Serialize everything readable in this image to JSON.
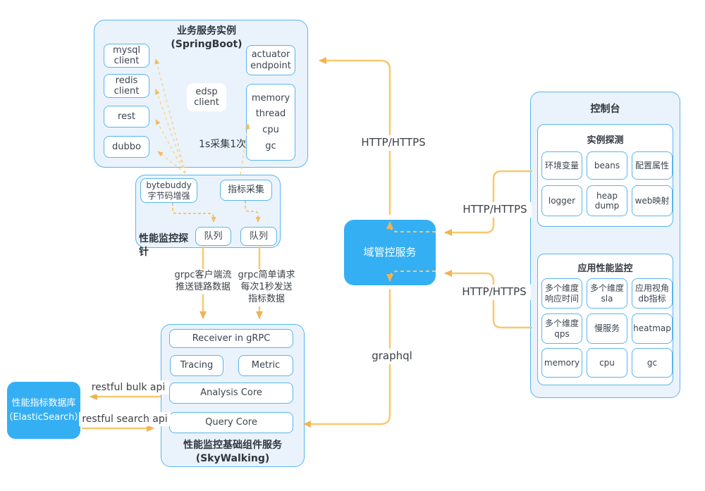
{
  "springboot": {
    "title": "业务服务实例\n(SpringBoot)",
    "clients": [
      "mysql\nclient",
      "redis\nclient",
      "rest",
      "dubbo"
    ],
    "edsp_client": "edsp\nclient",
    "actuator": "actuator\nendpoint",
    "runtime_metrics": [
      "memory",
      "thread",
      "cpu",
      "gc"
    ],
    "sample_note": "1s采集1次"
  },
  "probe": {
    "label": "性能监控探针",
    "bytebuddy": "bytebuddy\n字节码增强",
    "metric_collect": "指标采集",
    "queues": [
      "队列",
      "队列"
    ]
  },
  "skywalking": {
    "receiver": "Receiver in gRPC",
    "tracing": "Tracing",
    "metric": "Metric",
    "analysis": "Analysis Core",
    "query": "Query Core",
    "label": "性能监控基础组件服务\n(SkyWalking)"
  },
  "elasticsearch": {
    "label": "性能指标数据库\n（ElasticSearch）"
  },
  "domain_service": {
    "label": "域管控服务"
  },
  "console": {
    "title": "控制台",
    "instance_probe": {
      "title": "实例探测",
      "cells": [
        "环境变量",
        "beans",
        "配置属性",
        "logger",
        "heap\ndump",
        "web映射"
      ]
    },
    "apm": {
      "title": "应用性能监控",
      "cells": [
        "多个维度\n响应时间",
        "多个维度\nsla",
        "应用视角\ndb指标",
        "多个维度\nqps",
        "慢服务",
        "heatmap",
        "memory",
        "cpu",
        "gc"
      ]
    }
  },
  "edges": {
    "http_top": "HTTP/HTTPS",
    "http_mid": "HTTP/HTTPS",
    "http_bottom": "HTTP/HTTPS",
    "graphql": "graphql",
    "grpc_stream": "grpc客户端流\n推送链路数据",
    "grpc_simple": "grpc简单请求\n每次1秒发送\n指标数据",
    "restful_bulk": "restful bulk api",
    "restful_search": "restful search api"
  },
  "colors": {
    "accent_blue": "#35aff3",
    "border_blue": "#58b5f1",
    "panel_fill": "#eaf3fc",
    "arrow_yellow": "#f7c96d"
  }
}
